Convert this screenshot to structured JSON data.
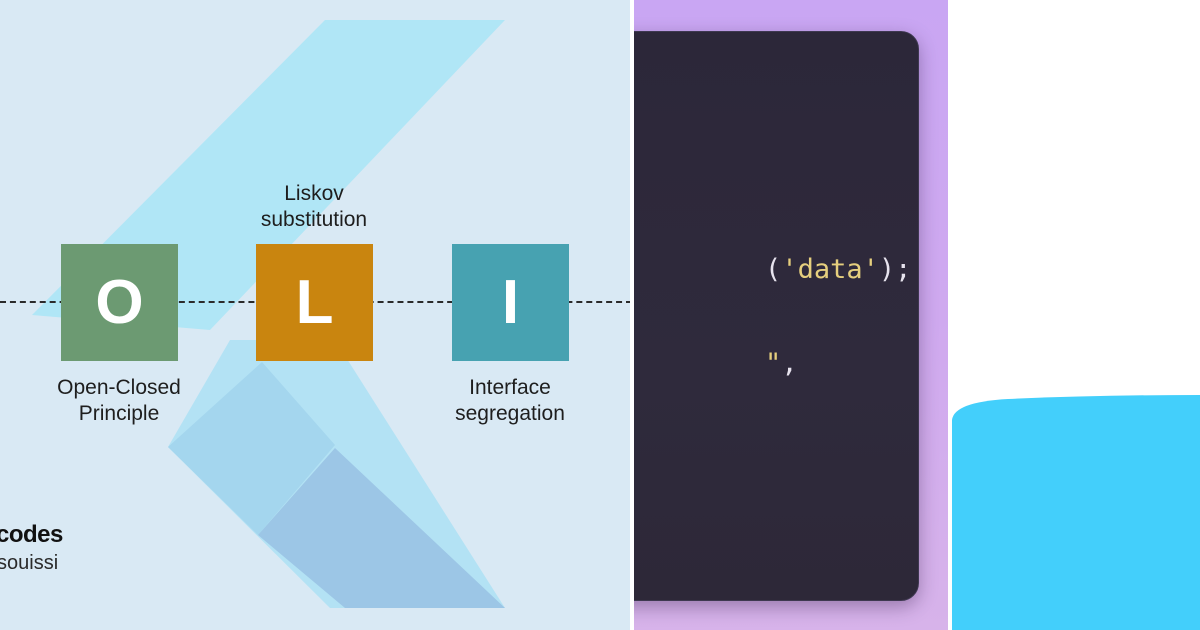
{
  "solid_panel": {
    "tiles": [
      {
        "letter": "O",
        "label": "Open-Closed\nPrinciple",
        "color": "#6c9a72"
      },
      {
        "letter": "L",
        "label": "Liskov\nsubstitution",
        "color": "#c9850f"
      },
      {
        "letter": "I",
        "label": "Interface\nsegregation",
        "color": "#47a2b1"
      }
    ],
    "brand": "codes",
    "handle": "souissi",
    "background_color": "#d9e9f4",
    "shape_color": "#b0e6f6"
  },
  "code_panel": {
    "line1": {
      "open": "(",
      "string": "'data'",
      "close": ");"
    },
    "line2": {
      "string": "\"",
      "close": ","
    },
    "background_gradient": [
      "#c9a6f3",
      "#d7b3ea"
    ],
    "editor_color": "#2e2939",
    "string_color": "#e6cf7e"
  },
  "right_panel": {
    "shape_color": "#43cffb",
    "background_color": "#ffffff"
  }
}
